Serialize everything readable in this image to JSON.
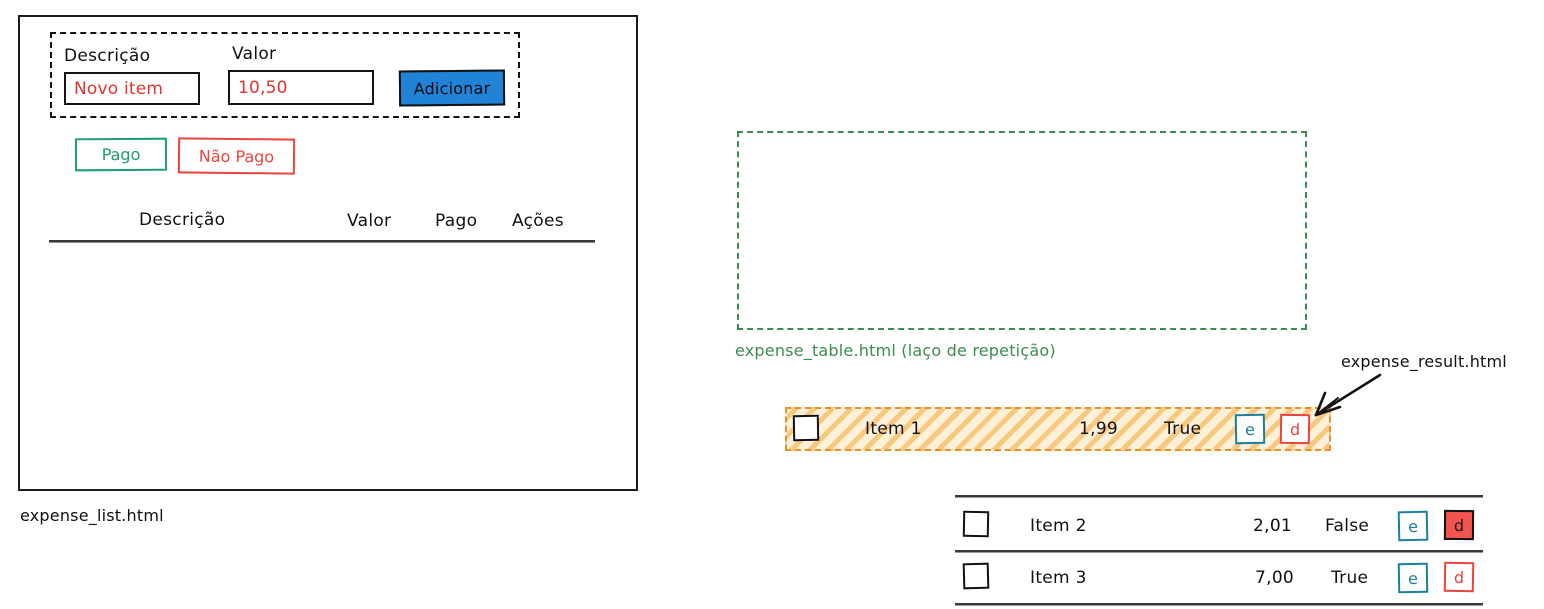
{
  "left_panel": {
    "file_label": "expense_list.html",
    "form": {
      "description_label": "Descrição",
      "value_label": "Valor",
      "description_value": "Novo item",
      "value_value": "10,50",
      "add_button": "Adicionar"
    },
    "filters": {
      "paid": "Pago",
      "unpaid": "Não Pago"
    },
    "table_headers": {
      "description": "Descrição",
      "value": "Valor",
      "paid": "Pago",
      "actions": "Ações"
    }
  },
  "right_panel": {
    "table_region_label": "expense_table.html (laço de repetição)",
    "result_label": "expense_result.html",
    "rows": [
      {
        "description": "Item 1",
        "value": "1,99",
        "paid": "True",
        "edit": "e",
        "delete": "d"
      },
      {
        "description": "Item 2",
        "value": "2,01",
        "paid": "False",
        "edit": "e",
        "delete": "d"
      },
      {
        "description": "Item 3",
        "value": "7,00",
        "paid": "True",
        "edit": "e",
        "delete": "d"
      }
    ]
  },
  "colors": {
    "accent_blue": "#2183d8",
    "green": "#3c8c4e",
    "paid_green": "#1d9e6e",
    "red": "#e8453c",
    "red_filled": "#f4544f",
    "edit_teal": "#1a7f9c",
    "highlight_orange": "#e8912a",
    "input_text_red": "#e0342c",
    "ink": "#101010"
  }
}
